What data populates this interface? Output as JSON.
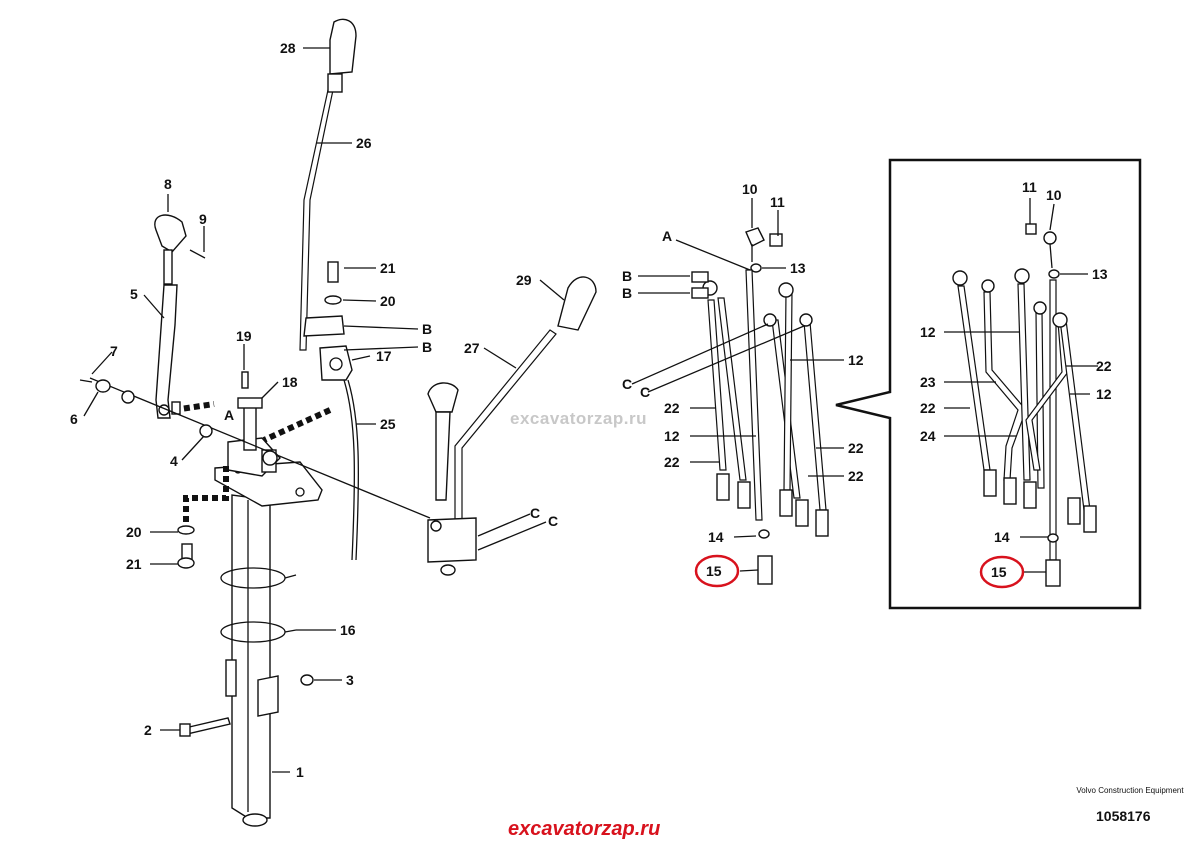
{
  "callouts": {
    "c1": "1",
    "c2": "2",
    "c3": "3",
    "c4": "4",
    "c5": "5",
    "c6": "6",
    "c7": "7",
    "c8": "8",
    "c9": "9",
    "c16": "16",
    "c17": "17",
    "c18": "18",
    "c19": "19",
    "c20a": "20",
    "c20b": "20",
    "c21a": "21",
    "c21b": "21",
    "c25": "25",
    "c26": "26",
    "c27": "27",
    "c28": "28",
    "c29": "29",
    "cA1": "A",
    "cB1": "B",
    "cB2": "B",
    "cC1": "C",
    "cC2": "C",
    "m10": "10",
    "m11": "11",
    "m13": "13",
    "m12a": "12",
    "m12b": "12",
    "m14": "14",
    "m15": "15",
    "m22a": "22",
    "m22b": "22",
    "m22c": "22",
    "m22d": "22",
    "mA": "A",
    "mB1": "B",
    "mB2": "B",
    "mC1": "C",
    "mC2": "C",
    "i10": "10",
    "i11": "11",
    "i13": "13",
    "i12a": "12",
    "i12b": "12",
    "i22a": "22",
    "i22b": "22",
    "i23": "23",
    "i24": "24",
    "i14": "14",
    "i15": "15"
  },
  "highlight_color": "#d8121d",
  "watermark": "excavatorzap.ru",
  "footer_brand": "excavatorzap.ru",
  "maker": "Volvo Construction Equipment",
  "doc_number": "1058176"
}
